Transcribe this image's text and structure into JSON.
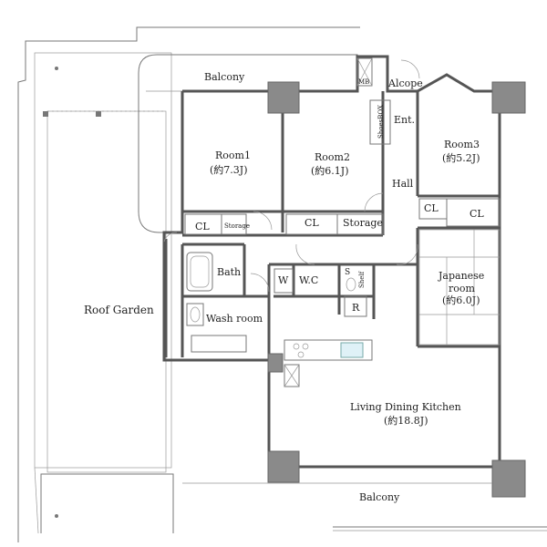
{
  "rooms": {
    "balcony_top": "Balcony",
    "alcove": "Alcope",
    "mb": "MB",
    "shoes_box": "ShoesBOX",
    "entrance": "Ent.",
    "room1_name": "Room1",
    "room1_size": "(約7.3J)",
    "room2_name": "Room2",
    "room2_size": "(約6.1J)",
    "room3_name": "Room3",
    "room3_size": "(約5.2J)",
    "hall": "Hall",
    "cl_room1": "CL",
    "storage_small": "Storage",
    "cl_room2": "CL",
    "storage_room2": "Storage",
    "cl_room3a": "CL",
    "cl_room3b": "CL",
    "bath": "Bath",
    "wash_room": "Wash room",
    "w": "W",
    "wc": "W.C",
    "s": "S",
    "shelf": "Shelf",
    "r": "R",
    "japanese_l1": "Japanese",
    "japanese_l2": "room",
    "japanese_size": "(約6.0J)",
    "roof_garden": "Roof Garden",
    "ldk_name": "Living Dining Kitchen",
    "ldk_size": "(約18.8J)",
    "balcony_bottom": "Balcony"
  }
}
